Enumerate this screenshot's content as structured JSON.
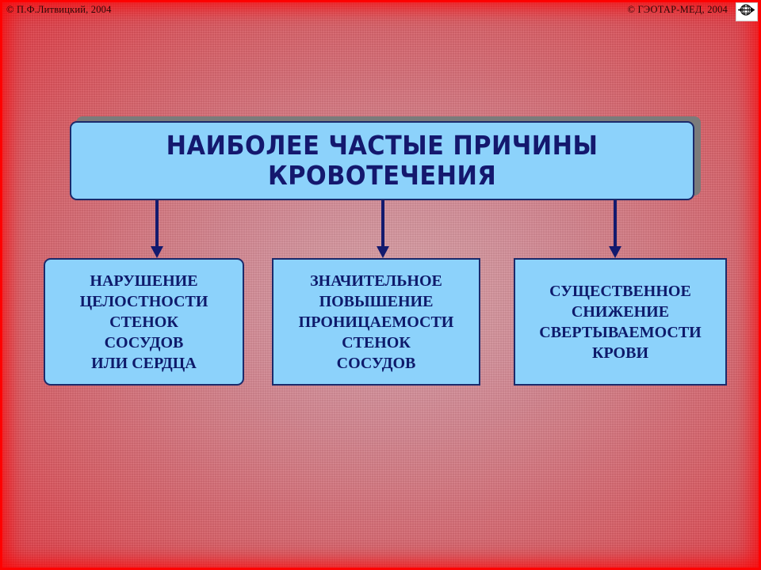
{
  "header": {
    "copyright_left": "© П.Ф.Литвицкий, 2004",
    "copyright_right": "© ГЭОТАР-МЕД, 2004",
    "logo_icon": "globe-arrow-logo-icon"
  },
  "title": {
    "text": "НАИБОЛЕЕ  ЧАСТЫЕ  ПРИЧИНЫ\nКРОВОТЕЧЕНИЯ"
  },
  "arrows": [
    {
      "icon": "down-arrow-icon"
    },
    {
      "icon": "down-arrow-icon"
    },
    {
      "icon": "down-arrow-icon"
    }
  ],
  "causes": [
    {
      "text": "НАРУШЕНИЕ\nЦЕЛОСТНОСТИ\nСТЕНОК\nСОСУДОВ\nИЛИ СЕРДЦА"
    },
    {
      "text": "ЗНАЧИТЕЛЬНОЕ\nПОВЫШЕНИЕ\nПРОНИЦАЕМОСТИ\nСТЕНОК\nСОСУДОВ"
    },
    {
      "text": "СУЩЕСТВЕННОЕ\nСНИЖЕНИЕ\nСВЕРТЫВАЕМОСТИ\nКРОВИ"
    }
  ],
  "colors": {
    "background_red": "#f20d0d",
    "background_center": "#d9a3ab",
    "box_fill": "#8cd2fb",
    "box_border": "#1b2a6b",
    "text_navy": "#14186e",
    "shadow_gray": "#7b7b7b"
  }
}
